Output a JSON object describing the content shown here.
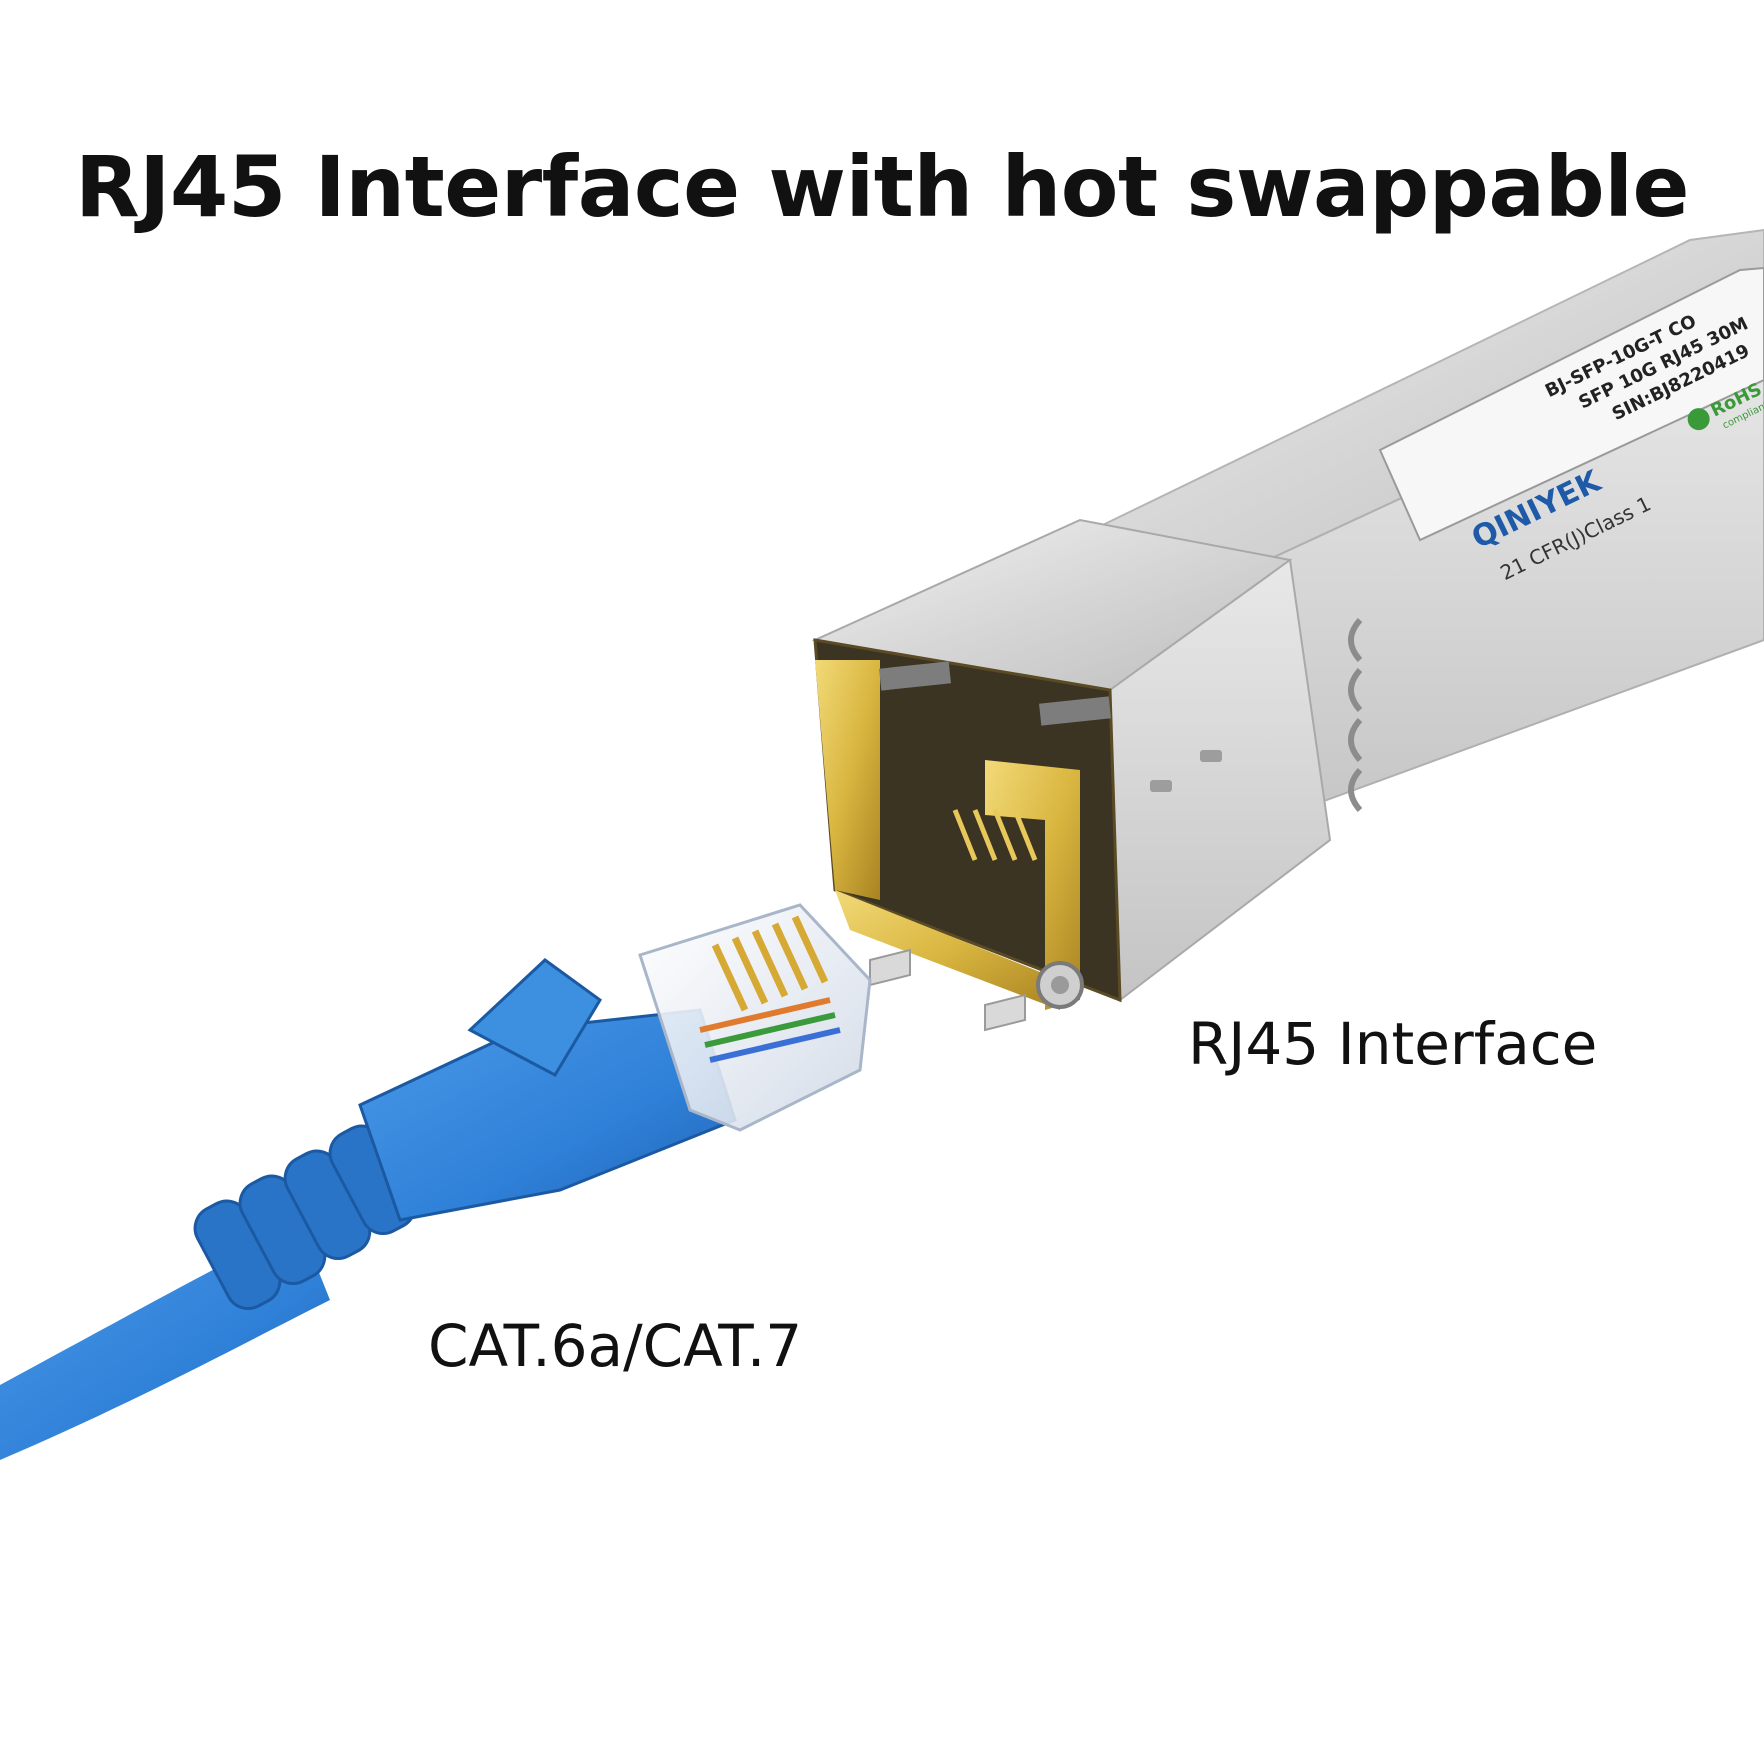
{
  "headline": "RJ45 Interface with hot swappable",
  "callouts": {
    "rj45": "RJ45 Interface",
    "cable": "CAT.6a/CAT.7"
  },
  "module_label": {
    "brand": "QINIYEK",
    "line1": "BJ-SFP-10G-T CO",
    "line2": "SFP 10G RJ45 30M",
    "line3": "SIN:BJ8220419",
    "compliance": "21 CFR(J)Class 1",
    "rohs": "RoHS",
    "rohs_sub": "compliant"
  },
  "colors": {
    "background": "#ffffff",
    "text": "#111111",
    "cable_blue": "#2f80d8",
    "gold": "#d9b640",
    "module_silver": "#d7d7d7",
    "brand_blue": "#1e5aa8",
    "rohs_green": "#3a9a3a"
  }
}
